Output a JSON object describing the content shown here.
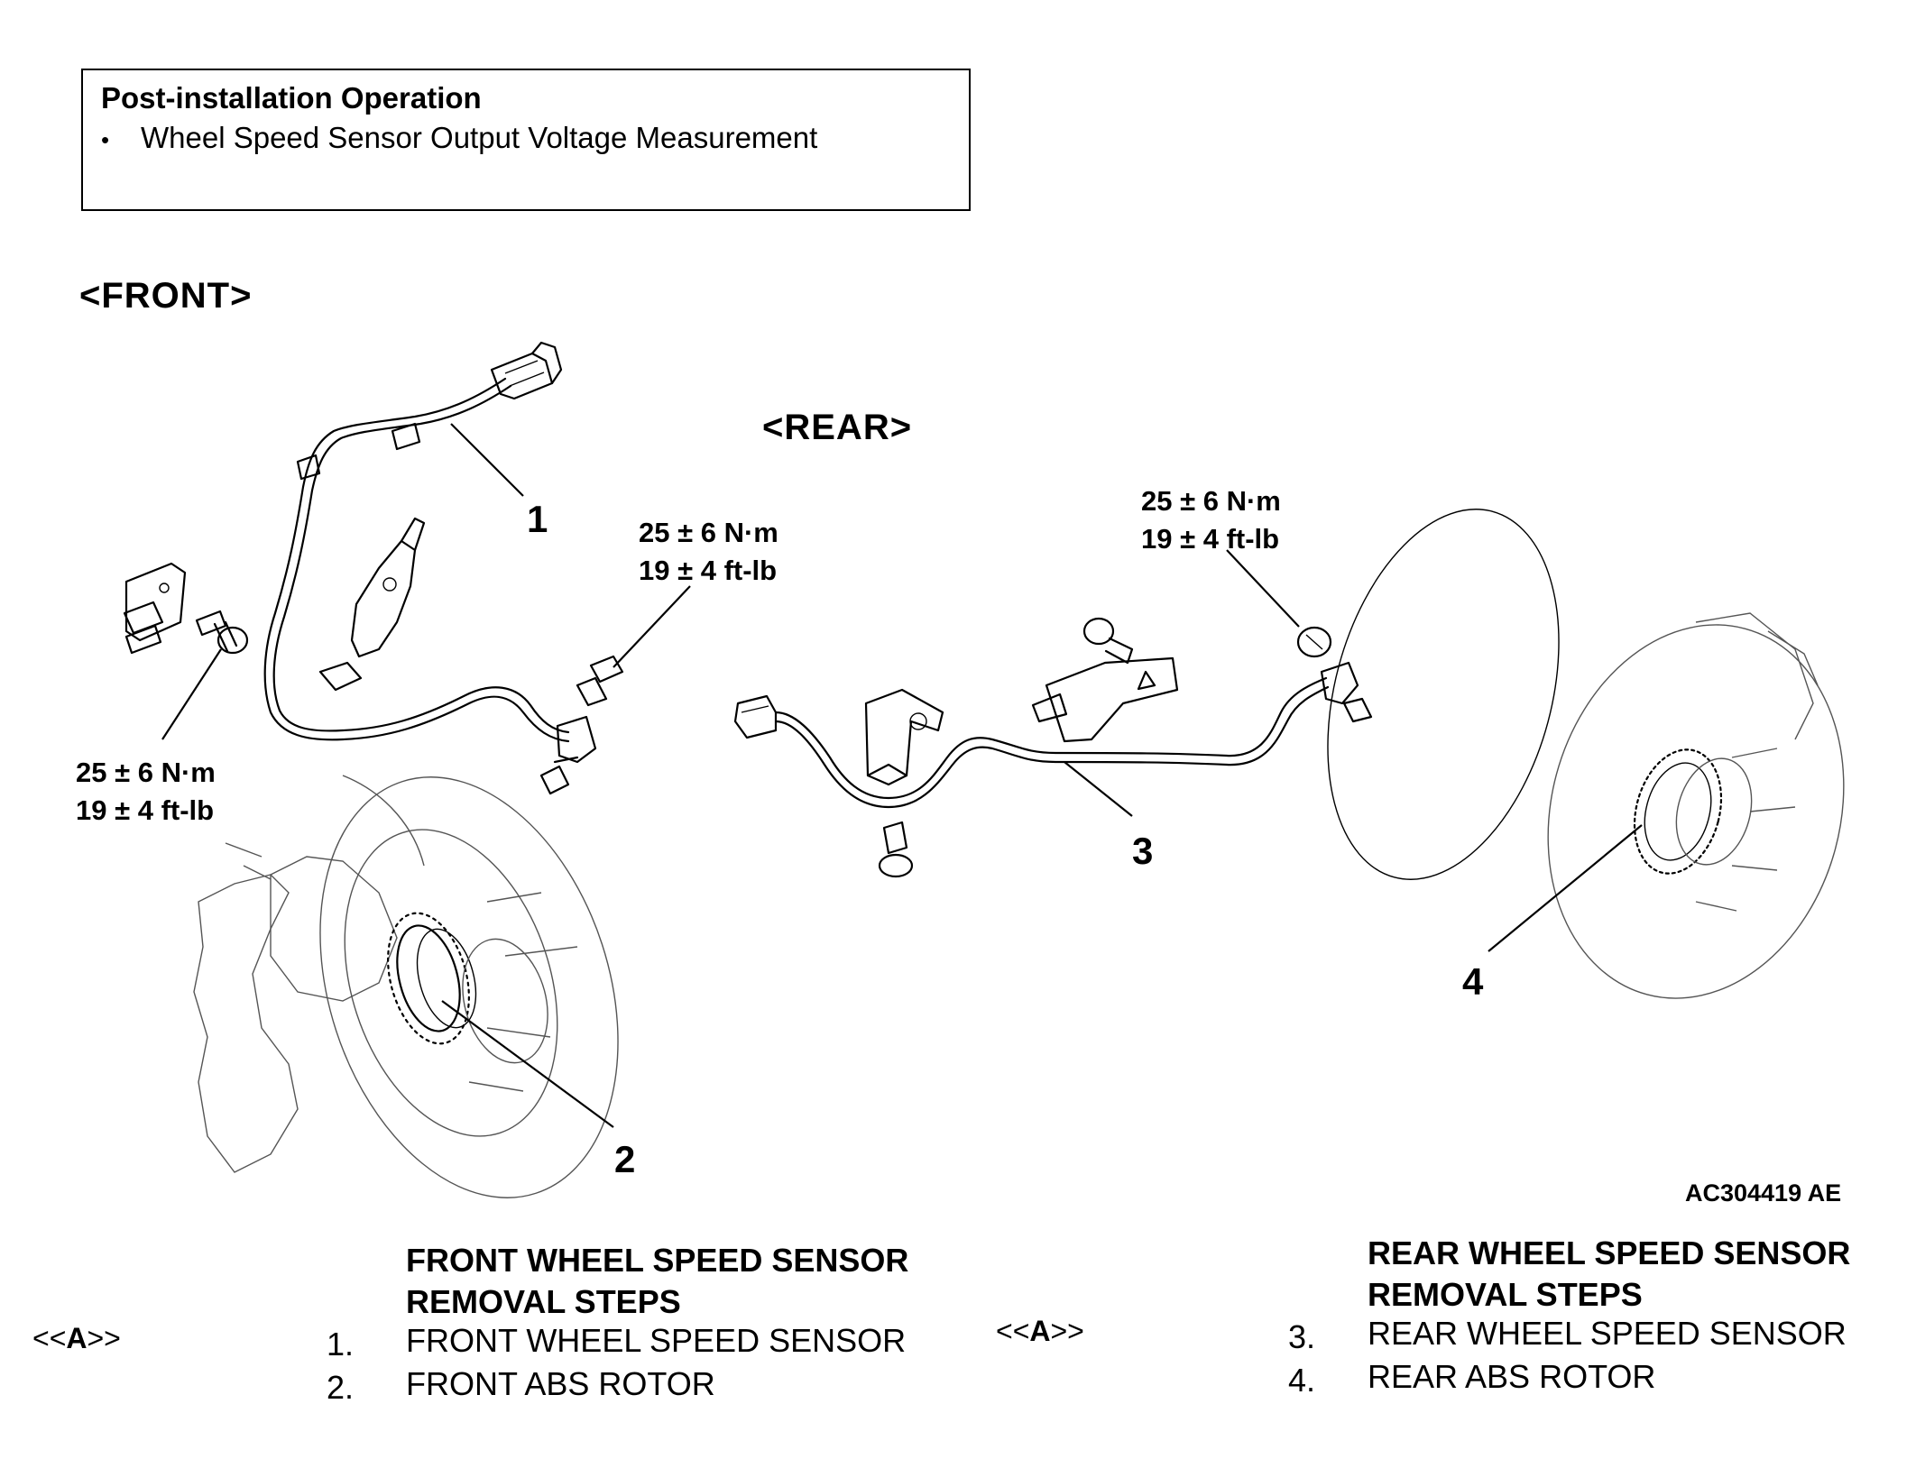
{
  "notice": {
    "title": "Post-installation Operation",
    "bullet": "•",
    "item": "Wheel Speed Sensor Output Voltage Measurement"
  },
  "views": {
    "front": "<FRONT>",
    "rear": "<REAR>"
  },
  "torques": {
    "front_left": {
      "metric": "25 ± 6 N·m",
      "imperial": "19 ± 4 ft-lb"
    },
    "front_sensor": {
      "metric": "25 ± 6 N·m",
      "imperial": "19 ± 4 ft-lb"
    },
    "rear_sensor": {
      "metric": "25 ± 6 N·m",
      "imperial": "19 ± 4 ft-lb"
    }
  },
  "callouts": [
    "1",
    "2",
    "3",
    "4"
  ],
  "figure_id": "AC304419 AE",
  "front_steps": {
    "heading_line1": "FRONT WHEEL SPEED SENSOR",
    "heading_line2": "REMOVAL STEPS",
    "ref_prefix": "<<",
    "ref_letter": "A",
    "ref_suffix": ">>",
    "items": [
      {
        "num": "1.",
        "label": "FRONT WHEEL SPEED SENSOR"
      },
      {
        "num": "2.",
        "label": "FRONT ABS ROTOR"
      }
    ]
  },
  "rear_steps": {
    "heading_line1": "REAR WHEEL SPEED SENSOR",
    "heading_line2": "REMOVAL STEPS",
    "ref_prefix": "<<",
    "ref_letter": "A",
    "ref_suffix": ">>",
    "items": [
      {
        "num": "3.",
        "label": "REAR WHEEL SPEED SENSOR"
      },
      {
        "num": "4.",
        "label": "REAR ABS ROTOR"
      }
    ]
  }
}
